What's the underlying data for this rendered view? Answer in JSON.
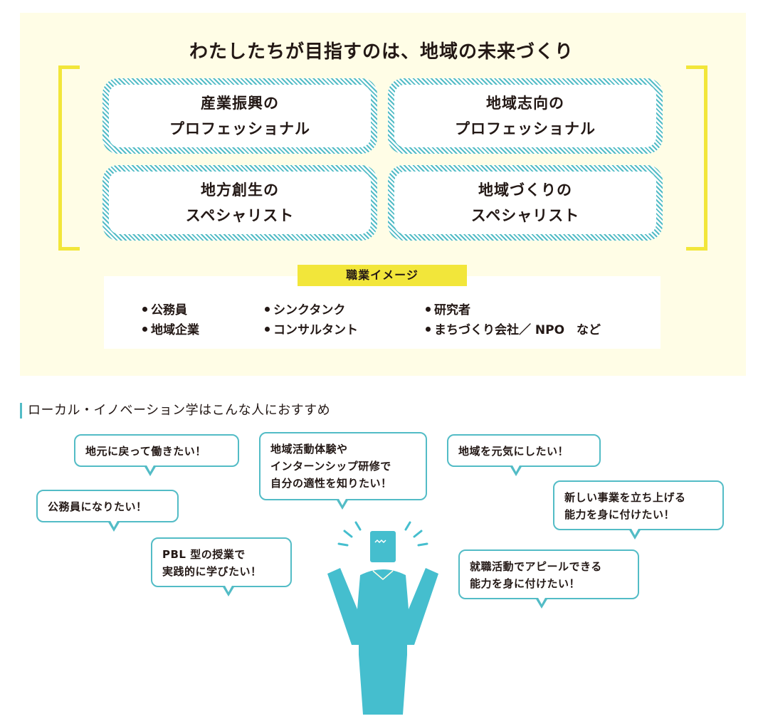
{
  "headline": "わたしたちが目指すのは、地域の未来づくり",
  "cards": [
    {
      "line1": "産業振興の",
      "line2": "プロフェッショナル"
    },
    {
      "line1": "地域志向の",
      "line2": "プロフェッショナル"
    },
    {
      "line1": "地方創生の",
      "line2": "スペシャリスト"
    },
    {
      "line1": "地域づくりの",
      "line2": "スペシャリスト"
    }
  ],
  "jobs": {
    "label": "職業イメージ",
    "items": [
      "公務員",
      "シンクタンク",
      "研究者",
      "地域企業",
      "コンサルタント",
      "まちづくり会社／ NPO　など"
    ]
  },
  "section_title": "ローカル・イノベーション学はこんな人におすすめ",
  "bubbles": [
    {
      "lines": [
        "地元に戻って働きたい！"
      ]
    },
    {
      "lines": [
        "公務員になりたい！"
      ]
    },
    {
      "lines": [
        "PBL 型の授業で",
        "実践的に学びたい！"
      ]
    },
    {
      "lines": [
        "地域活動体験や",
        "インターンシップ研修で",
        "自分の適性を知りたい！"
      ]
    },
    {
      "lines": [
        "地域を元気にしたい！"
      ]
    },
    {
      "lines": [
        "新しい事業を立ち上げる",
        "能力を身に付けたい！"
      ]
    },
    {
      "lines": [
        "就職活動でアピールできる",
        "能力を身に付けたい！"
      ]
    }
  ],
  "colors": {
    "accent_teal": "#53bcc6",
    "accent_yellow": "#f2e63a",
    "panel_bg": "#fffde6",
    "figure": "#45bece"
  },
  "icons": {
    "figure": "person-excited-icon",
    "bracket": "bracket-icon"
  }
}
